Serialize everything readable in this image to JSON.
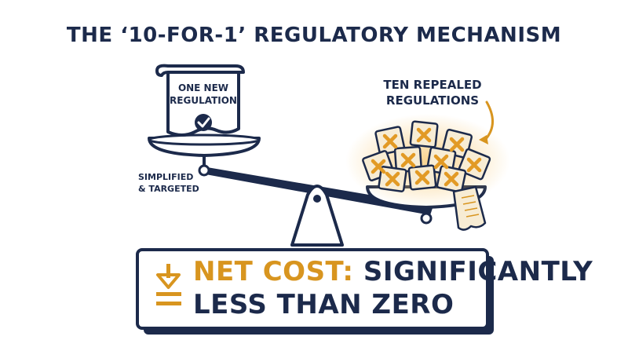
{
  "title": "THE ‘10-FOR-1’ REGULATORY MECHANISM",
  "left_label": {
    "line1": "ONE NEW",
    "line2": "REGULATION"
  },
  "right_label": {
    "line1": "TEN REPEALED",
    "line2": "REGULATIONS"
  },
  "side_note": {
    "line1": "SIMPLIFIED",
    "line2": "& TARGETED"
  },
  "net_cost": {
    "prefix": "NET COST:",
    "rest": "SIGNIFICANTLY",
    "line2": "LESS THAN ZERO"
  },
  "colors": {
    "navy": "#1c2a4b",
    "accent": "#d8951f",
    "paper": "#f7ecd4",
    "cross": "#e29a25"
  },
  "icons": [
    "check-circle-icon",
    "cross-mark-icon",
    "curved-arrow-icon",
    "down-arrow-icon"
  ]
}
